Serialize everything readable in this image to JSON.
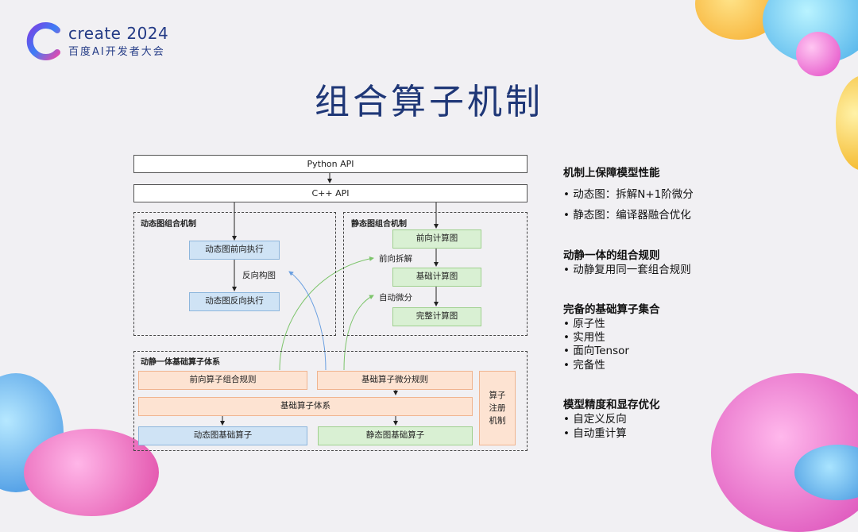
{
  "logo": {
    "word": "create 2024",
    "sub": "百度AI开发者大会"
  },
  "title": "组合算子机制",
  "diagram": {
    "python_api": "Python API",
    "cpp_api": "C++ API",
    "dynamic_group": {
      "label": "动态图组合机制",
      "forward": "动态图前向执行",
      "backward_note": "反向构图",
      "backward": "动态图反向执行"
    },
    "static_group": {
      "label": "静态图组合机制",
      "forward": "前向计算图",
      "split_note": "前向拆解",
      "basic": "基础计算图",
      "autodiff_note": "自动微分",
      "full": "完整计算图"
    },
    "unified_group": {
      "label": "动静一体基础算子体系",
      "fwd_rule": "前向算子组合规则",
      "diff_rule": "基础算子微分规则",
      "basic_system": "基础算子体系",
      "dyn_ops": "动态图基础算子",
      "static_ops": "静态图基础算子",
      "register": [
        "算子",
        "注册",
        "机制"
      ]
    }
  },
  "panel": {
    "s1": {
      "heading": "机制上保障模型性能",
      "items": [
        "• 动态图：拆解N+1阶微分",
        "• 静态图：编译器融合优化"
      ]
    },
    "s2": {
      "heading": "动静一体的组合规则",
      "items": [
        "• 动静复用同一套组合规则"
      ]
    },
    "s3": {
      "heading": "完备的基础算子集合",
      "items": [
        "• 原子性",
        "• 实用性",
        "• 面向Tensor",
        "• 完备性"
      ]
    },
    "s4": {
      "heading": "模型精度和显存优化",
      "items": [
        "• 自定义反向",
        "• 自动重计算"
      ]
    }
  },
  "colors": {
    "title": "#1f3777",
    "blue_box": "#cfe3f5",
    "green_box": "#d9f0d3",
    "orange_box": "#fde3d2"
  }
}
